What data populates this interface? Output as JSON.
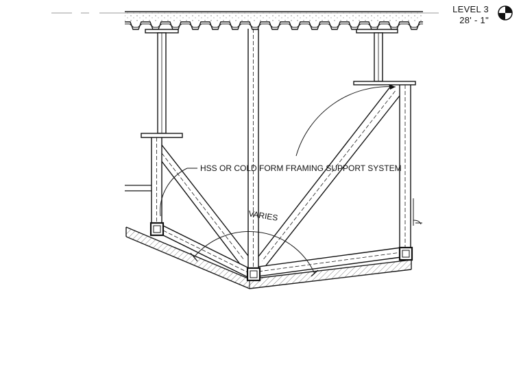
{
  "level_marker": {
    "name": "LEVEL 3",
    "elevation": "28' - 1\""
  },
  "annotations": {
    "framing_note": "HSS OR COLD FORM FRAMING SUPPORT SYSTEM",
    "angle_note": "VARIES"
  },
  "colors": {
    "line": "#1a1a1a",
    "hatch": "#555555",
    "background": "#ffffff"
  }
}
